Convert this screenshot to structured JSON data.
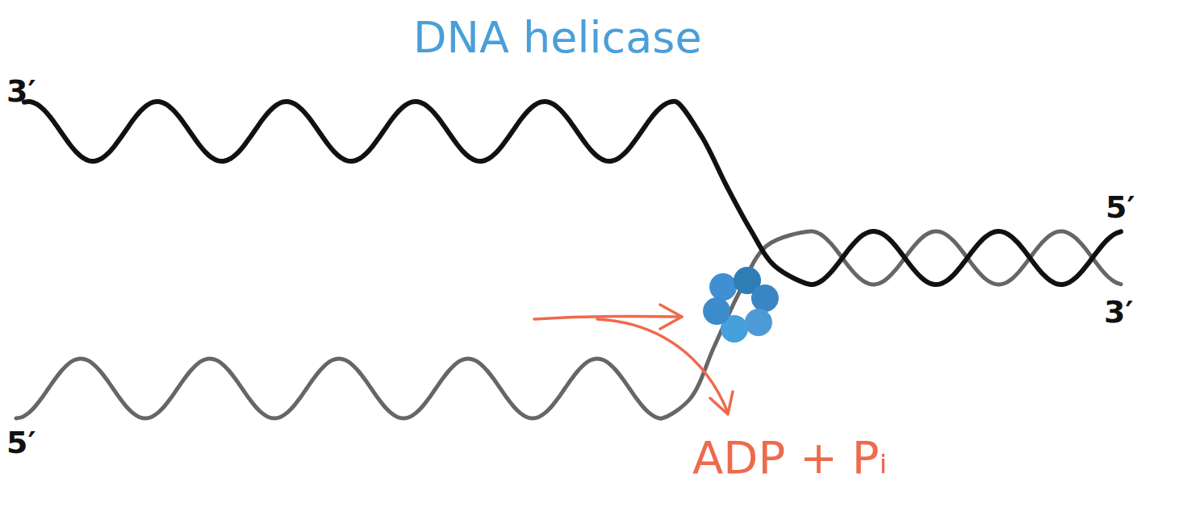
{
  "diagram": {
    "labels": [
      "DNA helicase",
      "3′",
      "5′",
      "3′",
      "5′",
      "ADP + Pᵢ"
    ]
  }
}
